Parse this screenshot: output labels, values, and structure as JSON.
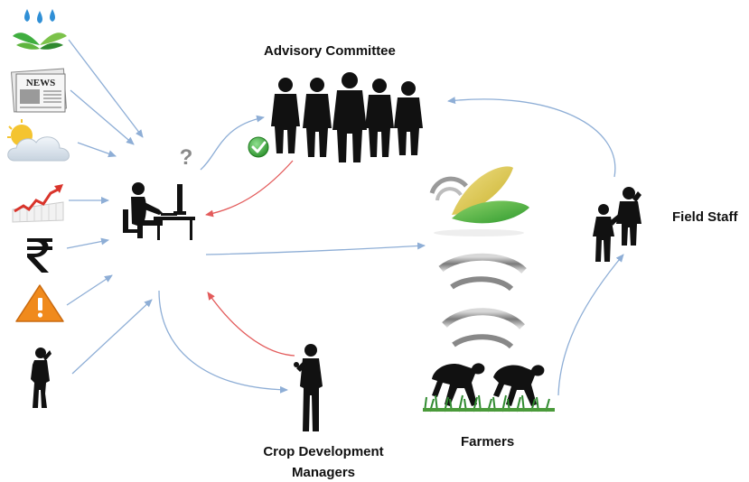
{
  "labels": {
    "advisory": "Advisory Committee",
    "field_staff": "Field Staff",
    "crop_dev_line1": "Crop Development",
    "crop_dev_line2": "Managers",
    "farmers": "Farmers",
    "question": "?",
    "news": "NEWS"
  },
  "colors": {
    "arrow_blue": "#8eaed6",
    "arrow_red": "#e35b5b",
    "silhouette": "#111111",
    "check_green": "#3aa83a",
    "warning_orange": "#f08a1c",
    "leaf_green": "#3fae3f",
    "leaf_yellow": "#d6c23a",
    "grass": "#2f8a2f",
    "sun": "#f4c430",
    "cloud": "#d9e4ee",
    "chart_red": "#d9342b",
    "water_blue": "#2f8fd6"
  },
  "icons": [
    "water-plant-icon",
    "newspaper-icon",
    "weather-icon",
    "market-chart-icon",
    "rupee-icon",
    "warning-icon",
    "farmer-query-icon"
  ]
}
